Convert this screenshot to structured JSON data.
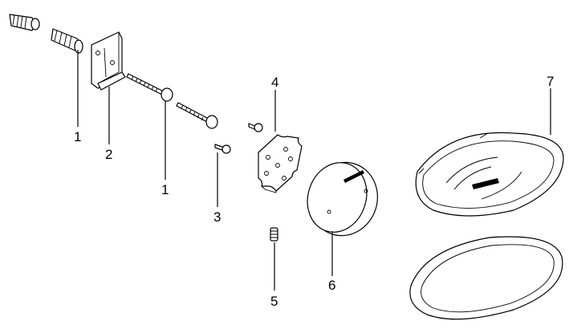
{
  "callouts": [
    {
      "id": "wall-plug-callout",
      "text": "1"
    },
    {
      "id": "bracket-callout",
      "text": "2"
    },
    {
      "id": "screw-callout",
      "text": "1"
    },
    {
      "id": "small-screw-callout",
      "text": "3"
    },
    {
      "id": "plate-callout",
      "text": "4"
    },
    {
      "id": "grub-screw-callout",
      "text": "5"
    },
    {
      "id": "cover-callout",
      "text": "6"
    },
    {
      "id": "dish-callout",
      "text": "7"
    }
  ]
}
